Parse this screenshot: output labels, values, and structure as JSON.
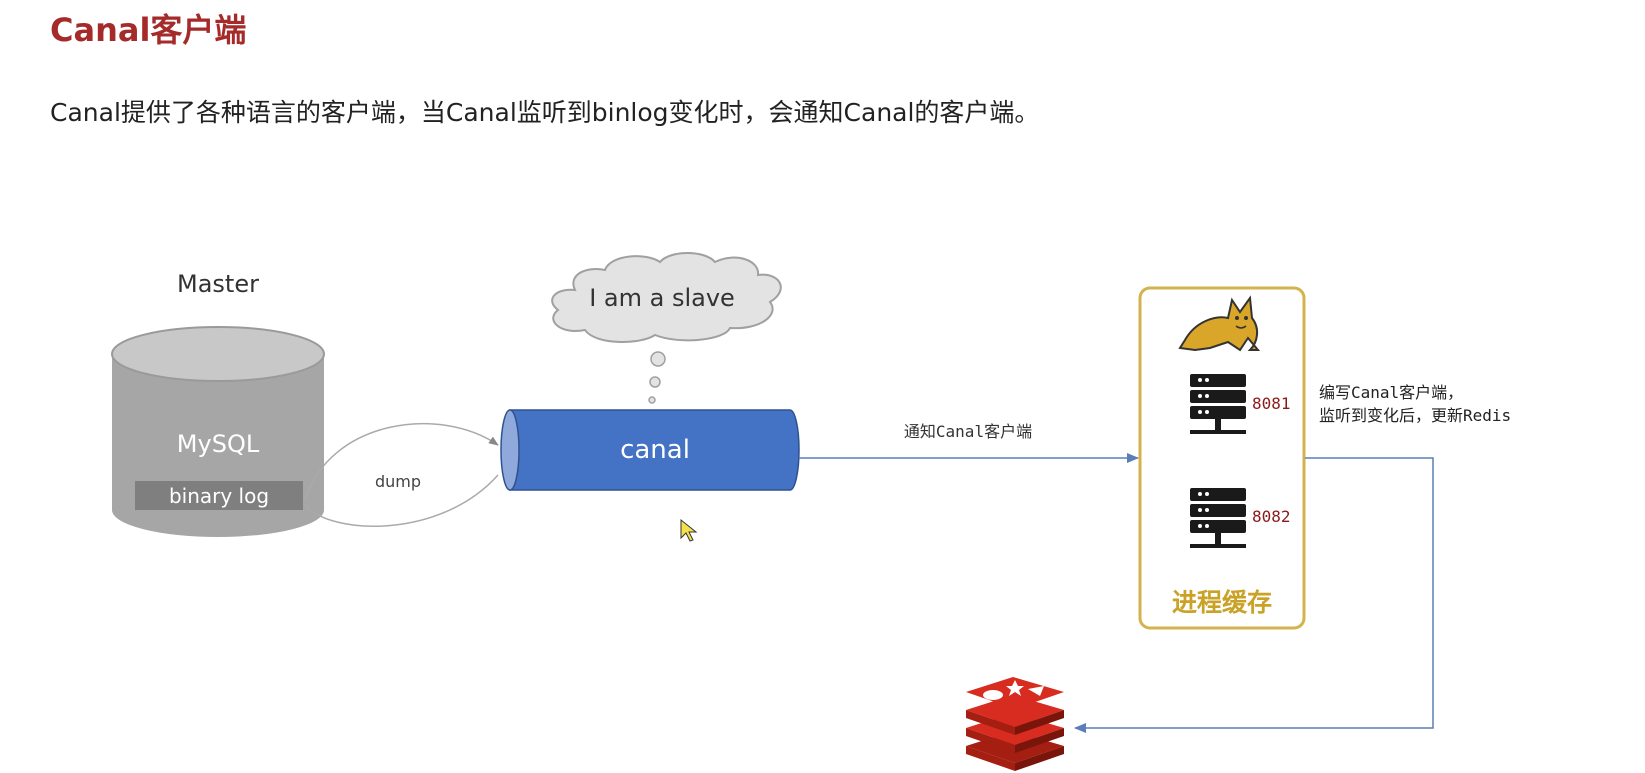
{
  "header": {
    "title": "Canal客户端",
    "description": "Canal提供了各种语言的客户端，当Canal监听到binlog变化时，会通知Canal的客户端。"
  },
  "diagram": {
    "master_label": "Master",
    "mysql_label": "MySQL",
    "binary_log_label": "binary log",
    "dump_label": "dump",
    "slave_bubble": "I am a slave",
    "canal_label": "canal",
    "notify_label": "通知Canal客户端",
    "port_1": "8081",
    "port_2": "8082",
    "process_cache_label": "进程缓存",
    "client_note_line1": "编写Canal客户端，",
    "client_note_line2": "监听到变化后，更新Redis",
    "icons": {
      "tomcat": "tomcat-cat-icon",
      "server": "server-icon",
      "redis": "redis-icon",
      "cursor": "mouse-cursor-icon"
    },
    "colors": {
      "title": "#a52a2a",
      "canal_pipe": "#4472c4",
      "process_border": "#d4b24c",
      "process_label": "#c9a227",
      "port_text": "#8b1a1a",
      "arrow": "#5b7db8",
      "cylinder": "#a6a6a6",
      "redis": "#d82c20"
    }
  }
}
